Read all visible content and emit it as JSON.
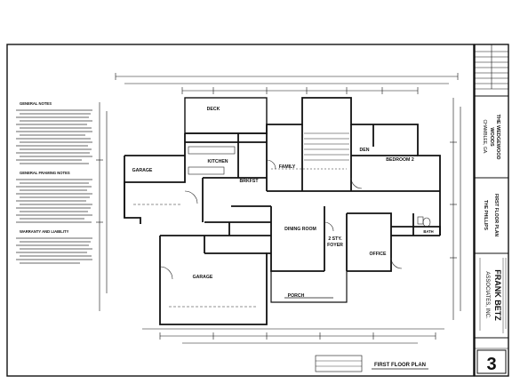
{
  "sheet": {
    "plan_title": "FIRST FLOOR PLAN",
    "notes_general": "GENERAL NOTES",
    "notes_framing": "GENERAL FRAMING NOTES",
    "notes_warranty": "WARRANTY AND LIABILITY"
  },
  "title_block": {
    "project_line1": "THE WEDGEWOOD",
    "project_line2": "WOODS",
    "project_line3": "CHAMBLEE, GA.",
    "sheet_name": "FIRST FLOOR PLAN",
    "plan_name": "THE PHILLIPS",
    "firm_line1": "FRANK BETZ",
    "firm_line2": "ASSOCIATES, INC.",
    "sheet_number": "3"
  },
  "rooms": {
    "deck": "DECK",
    "kitchen": "KITCHEN",
    "family": "FAMILY",
    "den": "DEN",
    "bedroom2": "BEDROOM 2",
    "garage_left": "GARAGE",
    "brkfst": "BRKFST",
    "dining": "DINING ROOM",
    "foyer_line1": "2 STY.",
    "foyer_line2": "FOYER",
    "office": "OFFICE",
    "garage_bottom": "GARAGE",
    "porch": "PORCH",
    "bath": "BATH"
  }
}
